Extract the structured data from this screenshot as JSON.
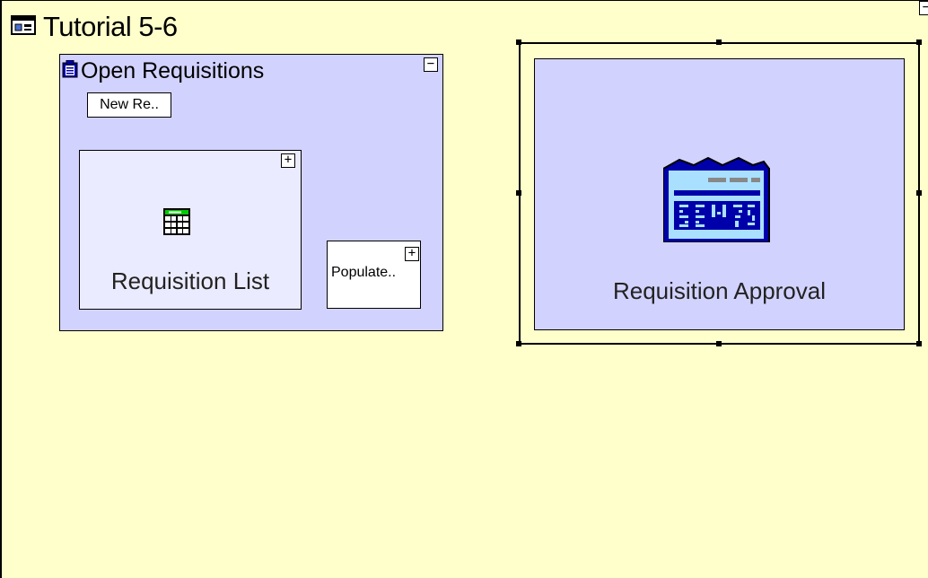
{
  "window": {
    "title": "Tutorial 5-6",
    "collapse_toggle": "−"
  },
  "group": {
    "title": "Open Requisitions",
    "collapse_toggle": "−",
    "new_button_label": "New Re.."
  },
  "requisition_list": {
    "label": "Requisition List",
    "expand_toggle": "+"
  },
  "populate": {
    "label": "Populate..",
    "expand_toggle": "+"
  },
  "approval": {
    "label": "Requisition Approval"
  },
  "icons": {
    "window": "window-icon",
    "group": "clipboard-icon",
    "list": "table-grid-icon",
    "approval": "form-document-icon"
  },
  "colors": {
    "canvas_bg": "#ffffcc",
    "group_bg": "#d2d2ff",
    "list_bg": "#ebebff",
    "icon_blue": "#0000aa",
    "icon_green": "#00cc00"
  }
}
